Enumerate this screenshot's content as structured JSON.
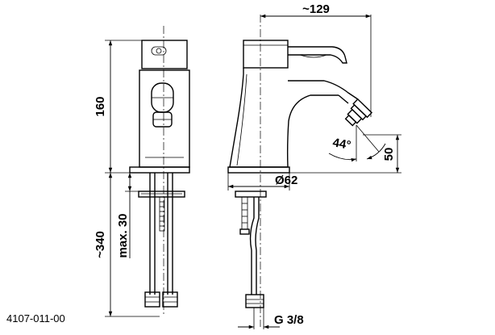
{
  "drawing": {
    "part_number": "4107-011-00",
    "dimensions": {
      "height": "160",
      "total_length": "~340",
      "max_insert": "max. 30",
      "spout_reach": "~129",
      "base_diameter": "Ø62",
      "spout_height": "50",
      "jet_angle": "44°",
      "thread": "G 3/8"
    }
  }
}
